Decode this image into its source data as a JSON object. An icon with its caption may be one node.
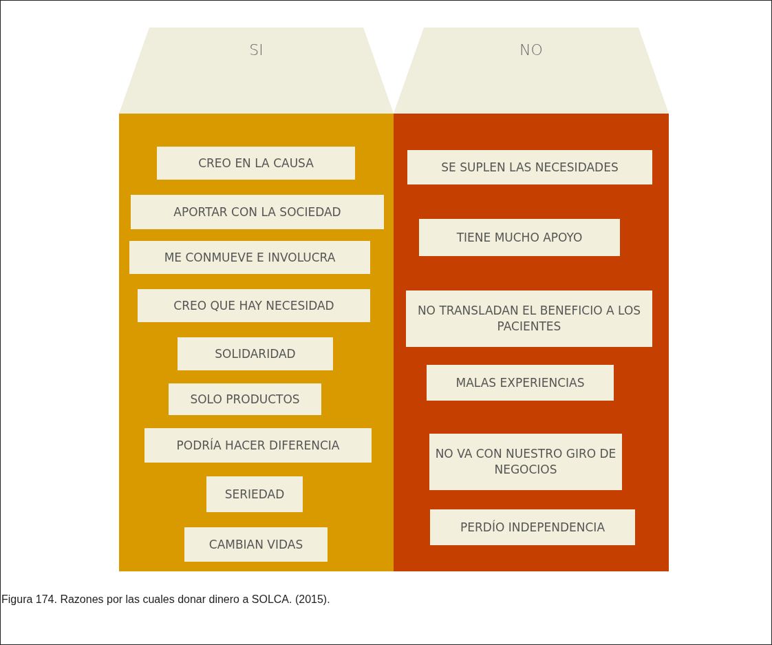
{
  "diagram": {
    "caption": "Figura 174. Razones por las cuales donar dinero a SOLCA. (2015).",
    "nodes": [
      {
        "text": [
          "SI"
        ]
      },
      {
        "text": [
          "CREO EN LA CAUSA"
        ],
        "in": 0
      },
      {
        "text": [
          "APORTAR CON LA SOCIEDAD"
        ],
        "in": 0
      },
      {
        "text": [
          "ME CONMUEVE E INVOLUCRA"
        ],
        "in": 0
      },
      {
        "text": [
          "CREO QUE HAY NECESIDAD"
        ],
        "in": 0
      },
      {
        "text": [
          "SOLIDARIDAD"
        ],
        "in": 0
      },
      {
        "text": [
          "SOLO PRODUCTOS"
        ],
        "in": 0
      },
      {
        "text": [
          "PODRÍA HACER DIFERENCIA"
        ],
        "in": 0
      },
      {
        "text": [
          "SERIEDAD"
        ],
        "in": 0
      },
      {
        "text": [
          "CAMBIAN VIDAS"
        ],
        "in": 0
      },
      {
        "text": [
          "NO"
        ]
      },
      {
        "text": [
          "SE SUPLEN LAS NECESIDADES"
        ],
        "in": 10
      },
      {
        "text": [
          "TIENE MUCHO APOYO"
        ],
        "in": 10
      },
      {
        "text": [
          "NO TRANSLADAN EL BENEFICIO A LOS PACIENTES"
        ],
        "in": 10
      },
      {
        "text": [
          "MALAS EXPERIENCIAS"
        ],
        "in": 10
      },
      {
        "text": [
          "NO VA CON NUESTRO GIRO DE NEGOCIOS"
        ],
        "in": 10
      },
      {
        "text": [
          "PERDÍO INDEPENDENCIA"
        ],
        "in": 10
      }
    ],
    "edges": []
  }
}
